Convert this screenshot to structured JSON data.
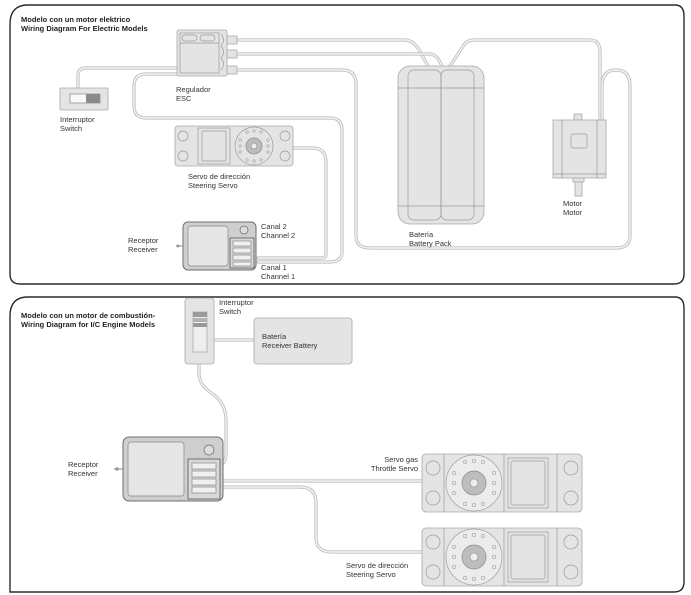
{
  "electric": {
    "title_es": "Modelo con un motor elektrico",
    "title_en": "Wiring Diagram For Electric Models",
    "switch": {
      "es": "Interruptor",
      "en": "Switch"
    },
    "esc": {
      "es": "Regulador",
      "en": "ESC"
    },
    "steering_servo": {
      "es": "Servo de dirección",
      "en": "Steering Servo"
    },
    "receiver": {
      "es": "Receptor",
      "en": "Receiver"
    },
    "channel2": {
      "es": "Canal 2",
      "en": "Channel 2"
    },
    "channel1": {
      "es": "Canal 1",
      "en": "Channel 1"
    },
    "battery": {
      "es": "Batería",
      "en": "Battery Pack"
    },
    "motor": {
      "es": "Motor",
      "en": "Motor"
    }
  },
  "ic_engine": {
    "title_es": "Modelo con un motor de combustión-",
    "title_en": "Wiring Diagram for I/C Engine Models",
    "switch": {
      "es": "Interruptor",
      "en": "Switch"
    },
    "battery": {
      "es": "Batería",
      "en": "Receiver Battery"
    },
    "receiver": {
      "es": "Receptor",
      "en": "Receiver"
    },
    "throttle_servo": {
      "es": "Servo gas",
      "en": "Throttle Servo"
    },
    "steering_servo": {
      "es": "Servo de dirección",
      "en": "Steering Servo"
    }
  }
}
